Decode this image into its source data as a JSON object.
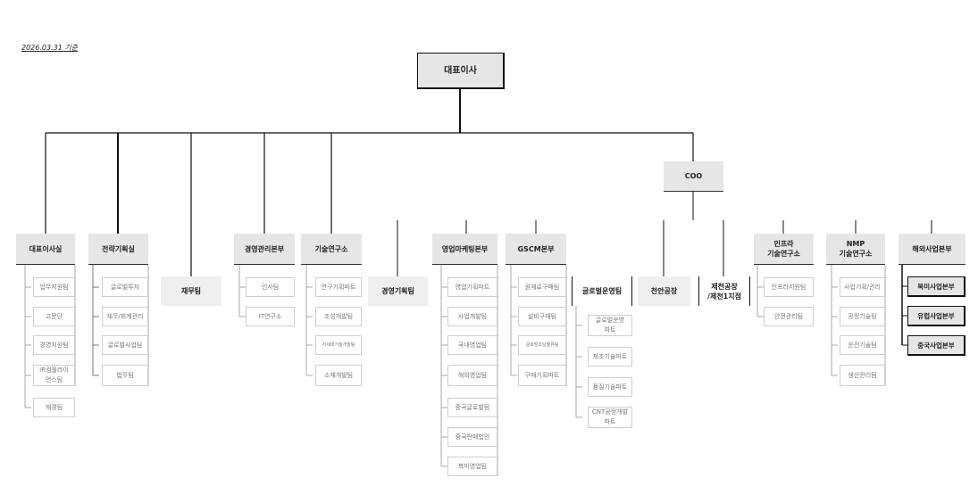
{
  "date": "2026.03.31 기준",
  "ceo": "대표이사",
  "coo": "COO",
  "columns": [
    {
      "head": "대표이사실",
      "teams": [
        "업무지원팀",
        "고문단",
        "경영지원팀",
        "IR컴플라이\n언스팀",
        "재경팀"
      ]
    },
    {
      "head": "전략기획실",
      "teams": [
        "글로벌투자",
        "재무/회계관리",
        "글로벌사업팀",
        "법무팀"
      ]
    },
    {
      "head": "재무팀"
    },
    {
      "head": "경영관리본부",
      "teams": [
        "인사팀",
        "IT연구소"
      ]
    },
    {
      "head": "기술연구소",
      "teams": [
        "연구기획파트",
        "조성개발팀",
        "차세대기술개발팀",
        "소재개발팀"
      ]
    },
    {
      "head": "경영기획팀"
    },
    {
      "head": "영업마케팅본부",
      "teams": [
        "영업기획파트",
        "사업개발팀",
        "국내영업팀",
        "해외영업팀",
        "중국글로벌팀",
        "중국판매법인",
        "북미영업팀"
      ]
    },
    {
      "head": "GSCM본부",
      "teams": [
        "원재료구매팀",
        "설비구매팀",
        "글로벌조달물류팀",
        "구매기획파트"
      ]
    },
    {
      "head": "글로벌운영팀",
      "teams": [
        "글로벌운영\n파트",
        "제조기술파트",
        "품질기술파트",
        "CNT공정개발\n파트"
      ]
    },
    {
      "head": "천안공장"
    },
    {
      "head": "제천공장\n/제천1지점"
    },
    {
      "head": "인프라\n기술연구소",
      "teams": [
        "인프라지원팀",
        "안전관리팀"
      ]
    },
    {
      "head": "NMP\n기술연구소",
      "teams": [
        "사업기획/관리",
        "공정기술팀",
        "운전기술팀",
        "생산관리팀"
      ]
    },
    {
      "head": "해외사업본부",
      "teams": [
        "북미사업본부",
        "유럽사업본부",
        "중국사업본부"
      ]
    }
  ]
}
